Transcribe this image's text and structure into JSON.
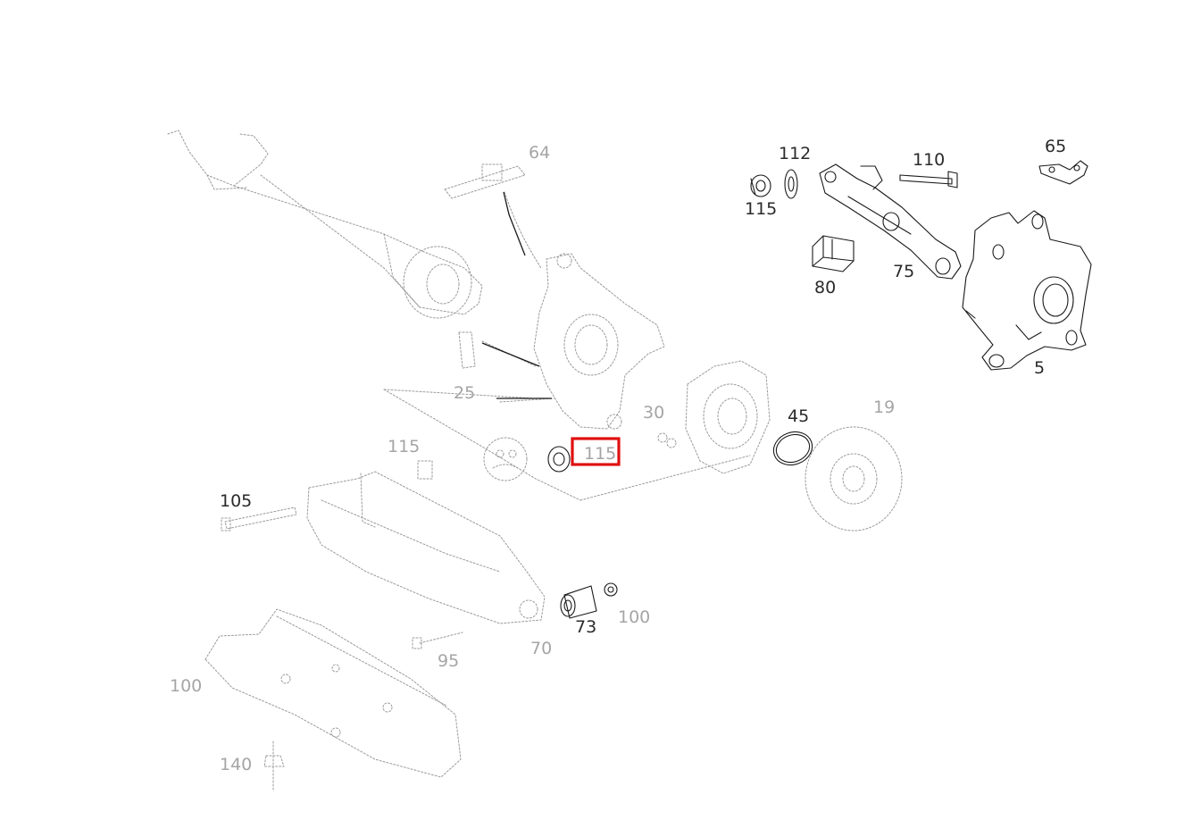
{
  "diagram": {
    "highlight_color": "#e01010",
    "callouts_active": [
      "112",
      "110",
      "65",
      "115",
      "80",
      "75",
      "5",
      "45",
      "73"
    ],
    "callouts_faded": [
      "64",
      "25",
      "30",
      "19",
      "115",
      "105",
      "100",
      "70",
      "140",
      "95"
    ]
  }
}
